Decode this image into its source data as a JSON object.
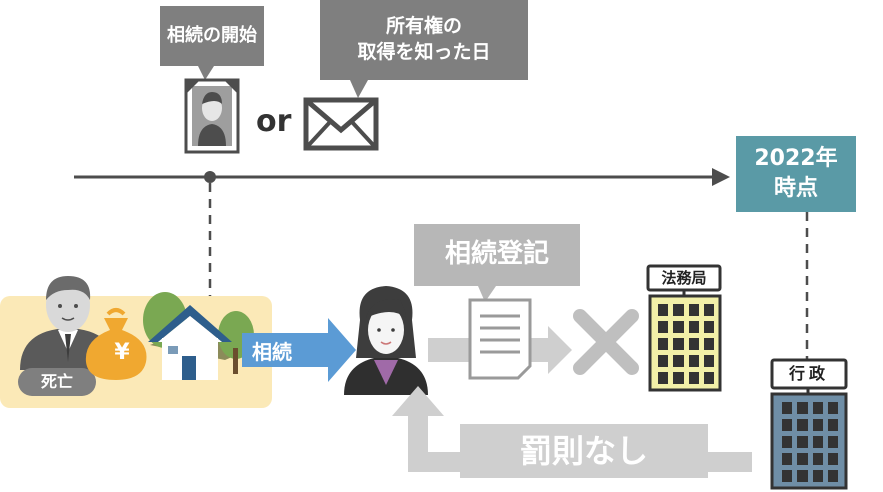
{
  "callouts": {
    "inheritance_start": "相続の開始",
    "ownership_known_line1": "所有権の",
    "ownership_known_line2": "取得を知った日"
  },
  "or_label": "or",
  "timeline": {
    "date_line1": "2022年",
    "date_line2": "時点"
  },
  "deceased": {
    "badge": "死亡",
    "yen_symbol": "¥"
  },
  "arrows": {
    "inherit_label": "相続"
  },
  "registration": {
    "callout": "相続登記"
  },
  "buildings": {
    "legal_affairs": "法務局",
    "administration": "行政"
  },
  "penalty": {
    "label": "罰則なし"
  },
  "colors": {
    "dark_gray": "#4d4d4d",
    "callout_gray": "#7f7f7f",
    "light_gray": "#b7b7b7",
    "teal": "#5a9aa6",
    "blue_arrow": "#5b9bd5",
    "cream_bg": "#fbe9b7",
    "yellow_building": "#f2f0a8",
    "blue_building": "#6f8ea6",
    "coin": "#f0a830",
    "house_blue": "#2e5e8c",
    "tree_green": "#7aa852"
  }
}
